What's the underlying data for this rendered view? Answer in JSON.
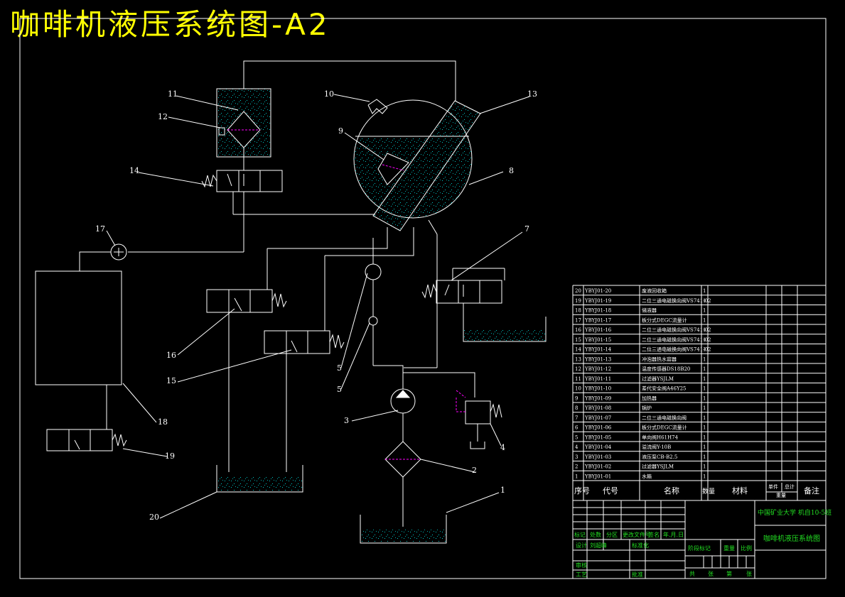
{
  "title": "咖啡机液压系统图-A2",
  "callouts": [
    "1",
    "2",
    "3",
    "4",
    "5",
    "5",
    "7",
    "8",
    "9",
    "10",
    "11",
    "12",
    "13",
    "14",
    "15",
    "16",
    "17",
    "18",
    "19",
    "20"
  ],
  "bom": {
    "rows": [
      {
        "no": "20",
        "code": "YBYJ01-20",
        "name": "废液回收箱",
        "qty": "1"
      },
      {
        "no": "19",
        "code": "YBYJ01-19",
        "name": "二位三通电磁换向阀VS741-02",
        "qty": "1"
      },
      {
        "no": "18",
        "code": "YBYJ01-18",
        "name": "储液器",
        "qty": "1"
      },
      {
        "no": "17",
        "code": "YBYJ01-17",
        "name": "板分式DEGC流量计",
        "qty": "1"
      },
      {
        "no": "16",
        "code": "YBYJ01-16",
        "name": "二位三通电磁换向阀VS741-02",
        "qty": "1"
      },
      {
        "no": "15",
        "code": "YBYJ01-15",
        "name": "二位三通电磁换向阀VS741-02",
        "qty": "1"
      },
      {
        "no": "14",
        "code": "YBYJ01-14",
        "name": "二位三通电磁换向阀VS741-02",
        "qty": "1"
      },
      {
        "no": "13",
        "code": "YBYJ01-13",
        "name": "冲泡器热水容器",
        "qty": "1"
      },
      {
        "no": "12",
        "code": "YBYJ01-12",
        "name": "温度传感器DS18B20",
        "qty": "1"
      },
      {
        "no": "11",
        "code": "YBYJ01-11",
        "name": "过滤器YSJLM",
        "qty": "1"
      },
      {
        "no": "10",
        "code": "YBYJ01-10",
        "name": "差代安全阀A46Y25",
        "qty": "1"
      },
      {
        "no": "9",
        "code": "YBYJ01-09",
        "name": "加热器",
        "qty": "1"
      },
      {
        "no": "8",
        "code": "YBYJ01-08",
        "name": "锅炉",
        "qty": "1"
      },
      {
        "no": "7",
        "code": "YBYJ01-07",
        "name": "二位三通电磁换向阀",
        "qty": "1"
      },
      {
        "no": "6",
        "code": "YBYJ01-06",
        "name": "板分式DEGC流量计",
        "qty": "1"
      },
      {
        "no": "5",
        "code": "YBYJ01-05",
        "name": "单向阀H61H74",
        "qty": "1"
      },
      {
        "no": "4",
        "code": "YBYJ01-04",
        "name": "溢流阀Y-10B",
        "qty": "1"
      },
      {
        "no": "3",
        "code": "YBYJ01-03",
        "name": "液压泵CB-B2.5",
        "qty": "1"
      },
      {
        "no": "2",
        "code": "YBYJ01-02",
        "name": "过滤器YSJLM",
        "qty": "1"
      },
      {
        "no": "1",
        "code": "YBYJ01-01",
        "name": "水箱",
        "qty": "1"
      }
    ],
    "header": {
      "no": "序号",
      "code": "代号",
      "name": "名称",
      "qty": "数量",
      "material": "材料",
      "unit": "单件",
      "total": "总计",
      "weight": "重量",
      "remark": "备注"
    }
  },
  "titleblock": {
    "org": "中国矿业大学 机自10-5班",
    "drawing": "咖啡机液压系统图",
    "mark": "标记",
    "count": "处数",
    "zone": "分区",
    "docno": "更改文件号",
    "sign": "签名",
    "date": "年.月.日",
    "design": "设计",
    "designer": "刘超峰",
    "std": "标准化",
    "stage": "阶段标记",
    "weight": "重量",
    "scale": "比例",
    "review": "审核",
    "process": "工艺",
    "approve": "批准",
    "sheets": "共",
    "sheetunit": "张",
    "sheetno": "第",
    "sheetunit2": "张"
  },
  "colors": {
    "line": "#ffffff",
    "accent": "#ff00ff",
    "fill": "#00cccc",
    "title": "#ffff00",
    "green": "#22dd22"
  }
}
